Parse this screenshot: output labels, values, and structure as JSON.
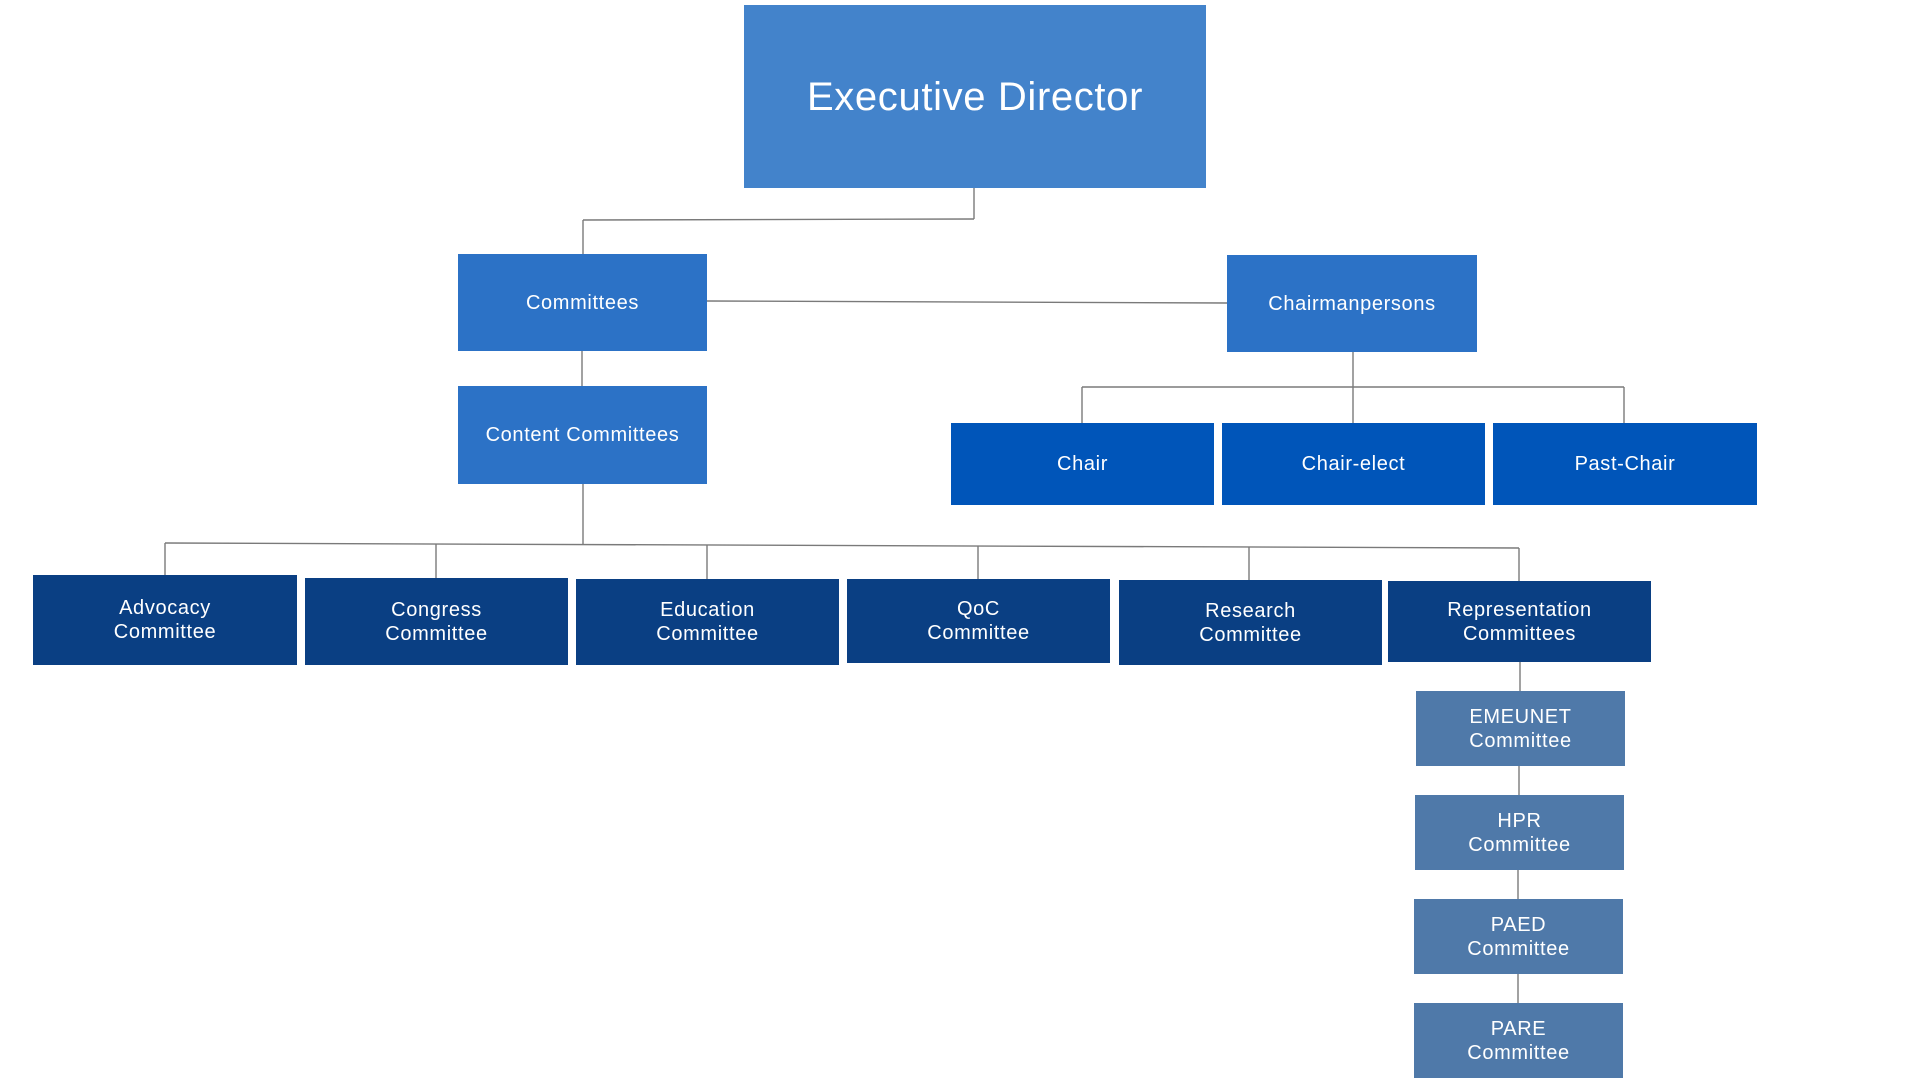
{
  "root": {
    "label": "Executive Director"
  },
  "committees": {
    "label": "Committees"
  },
  "chairmanpersons": {
    "label": "Chairmanpersons"
  },
  "content_committees": {
    "label": "Content Committees"
  },
  "chairs": [
    {
      "label": "Chair"
    },
    {
      "label": "Chair-elect"
    },
    {
      "label": "Past-Chair"
    }
  ],
  "content_children": [
    {
      "line1": "Advocacy",
      "line2": "Committee"
    },
    {
      "line1": "Congress",
      "line2": "Committee"
    },
    {
      "line1": "Education",
      "line2": "Committee"
    },
    {
      "line1": "QoC",
      "line2": "Committee"
    },
    {
      "line1": "Research",
      "line2": "Committee"
    },
    {
      "line1": "Representation",
      "line2": "Committees"
    }
  ],
  "representation_children": [
    {
      "line1": "EMEUNET",
      "line2": "Committee"
    },
    {
      "line1": "HPR",
      "line2": "Committee"
    },
    {
      "line1": "PAED",
      "line2": "Committee"
    },
    {
      "line1": "PARE",
      "line2": "Committee"
    }
  ],
  "colors": {
    "root": "#4383cb",
    "level1": "#2c72c6",
    "chairs": "#0055b9",
    "content_children": "#0a3f83",
    "representation_children": "#4f79a9",
    "connector": "#7a7a7a"
  }
}
